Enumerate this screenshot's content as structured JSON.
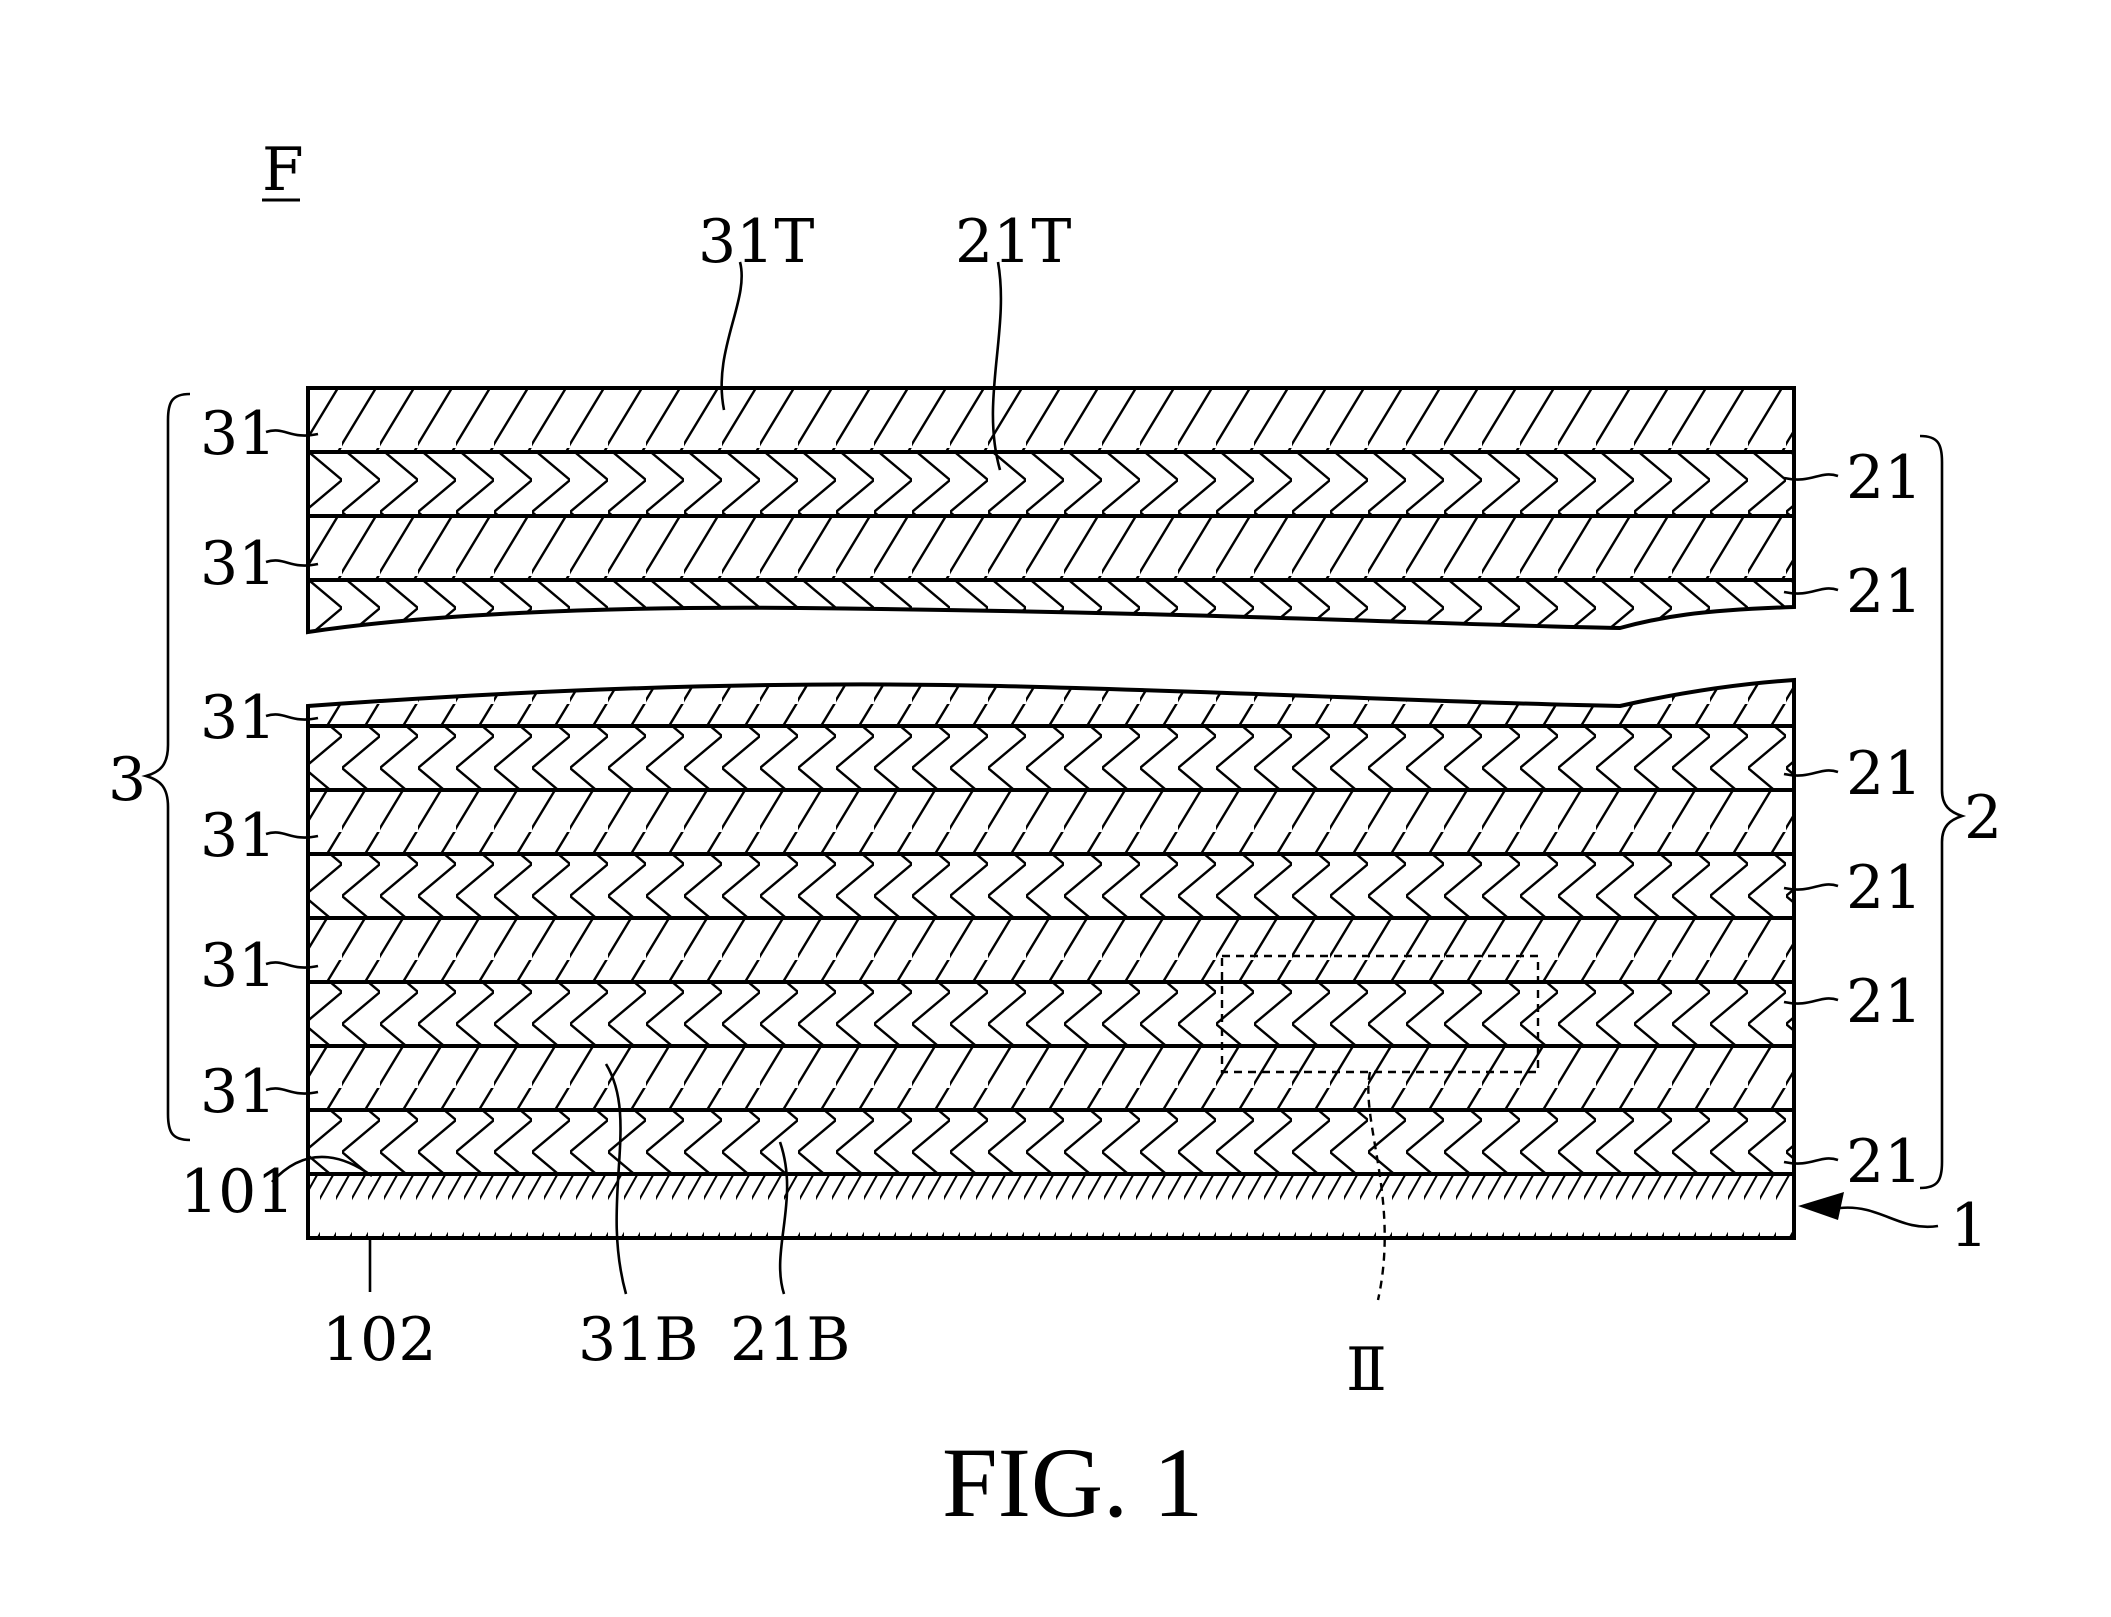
{
  "figure": {
    "ref_letter": "F",
    "caption": "FIG. 1"
  },
  "labels": {
    "top_31T": "31T",
    "top_21T": "21T",
    "layer_31": "31",
    "layer_21": "21",
    "group_3": "3",
    "group_2": "2",
    "substrate_1": "1",
    "surface_101": "101",
    "surface_102": "102",
    "bottom_31B": "31B",
    "bottom_21B": "21B",
    "detail_II": "Ⅱ"
  },
  "icons": {
    "hatch_31": "forward-slash-hatch",
    "hatch_21": "chevron-hatch",
    "hatch_substrate": "fine-slash-hatch"
  }
}
